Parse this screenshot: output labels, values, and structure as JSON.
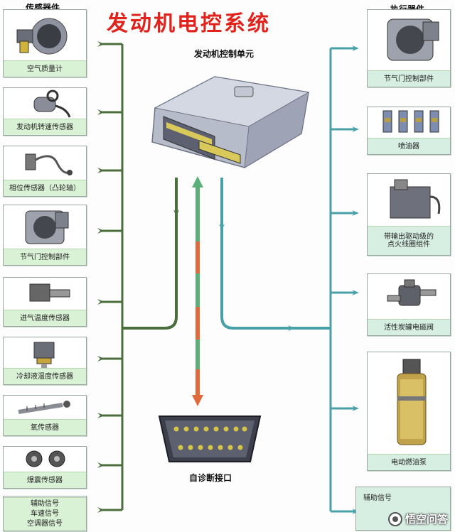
{
  "title": "发动机电控系统",
  "labels": {
    "sensors": "传感器件",
    "actuators": "执行器件",
    "ecu": "发动机控制单元",
    "obd": "自诊断接口"
  },
  "sensors": [
    "空气质量计",
    "发动机转速传感器",
    "相位传感器（凸轮轴）",
    "节气门控制部件",
    "进气温度传感器",
    "冷却液温度传感器",
    "氧传感器",
    "爆震传感器",
    "辅助信号\n车速信号\n空调器信号"
  ],
  "actuators": [
    "节气门控制部件",
    "喷油器",
    "带输出驱动级的\n点火线圈组件",
    "活性炭罐电磁阀",
    "电动燃油泵",
    "辅助信号"
  ],
  "watermark": "悟空问答",
  "colors": {
    "title": "#e0231c",
    "sensor_line": "#4a6f3c",
    "actuator_line": "#49a1a8",
    "diag_green": "#5bb07a",
    "diag_orange": "#e06a3a"
  }
}
